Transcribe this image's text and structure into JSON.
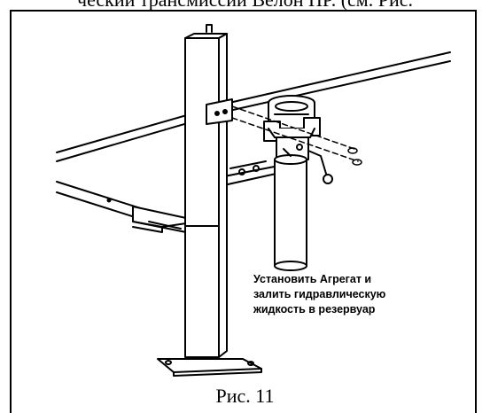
{
  "document": {
    "top_text": "ческий трансмиссии Beлoн HP. (см. Рис.",
    "note_lines": [
      "Установить Агрегат и",
      "залить гидравлическую",
      "жидкость в резервуар"
    ],
    "caption": "Рис. 11"
  }
}
